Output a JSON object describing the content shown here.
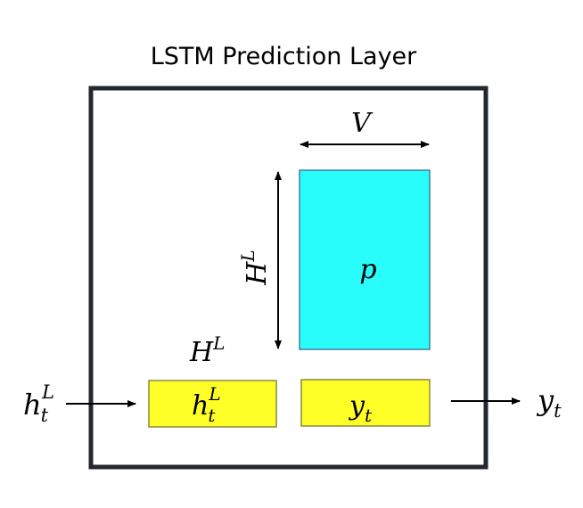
{
  "title": "LSTM Prediction Layer",
  "colors": {
    "frame": "#23272e",
    "p_matrix_fill": "#28fdfc",
    "p_matrix_stroke": "#3f7fa0",
    "vector_fill": "#ffff28",
    "vector_stroke": "#8a8a3c",
    "arrow": "#000000"
  },
  "labels": {
    "input": {
      "base": "h",
      "sub": "t",
      "sup": "L"
    },
    "hidden_vector": {
      "base": "h",
      "sub": "t",
      "sup": "L"
    },
    "hidden_dim": {
      "base": "H",
      "sup": "L"
    },
    "p_rows": {
      "base": "H",
      "sup": "L"
    },
    "p_cols": {
      "base": "V"
    },
    "p_matrix": {
      "base": "p"
    },
    "output_vector": {
      "base": "y",
      "sub": "t"
    },
    "output": {
      "base": "y",
      "sub": "t"
    }
  }
}
